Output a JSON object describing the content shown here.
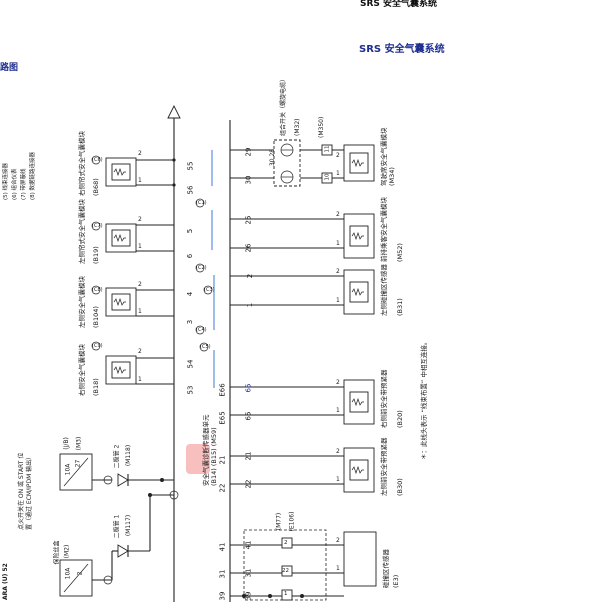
{
  "header": {
    "top_fragment": "SRS 安全气囊系统",
    "title": "SRS 安全气囊系统",
    "left_fragment": "路图"
  },
  "control_unit": {
    "label": "安全气囊诊断传感器单元",
    "connectors": "(B14) (B15) (M59)"
  },
  "bus_pins": [
    {
      "pin": "55"
    },
    {
      "pin": "56"
    },
    {
      "pin": "5"
    },
    {
      "pin": "6"
    },
    {
      "pin": "4"
    },
    {
      "pin": "3"
    },
    {
      "pin": "54"
    },
    {
      "pin": "53"
    },
    {
      "pin": "E66"
    },
    {
      "pin": "E65"
    },
    {
      "pin": "21"
    },
    {
      "pin": "22"
    },
    {
      "pin": "41"
    },
    {
      "pin": "31"
    },
    {
      "pin": "39"
    }
  ],
  "left_modules": [
    {
      "name": "右侧帘式安全气囊模块",
      "code": "(B68)",
      "p1": "2",
      "p2": "1"
    },
    {
      "name": "左侧帘式安全气囊模块",
      "code": "(B19)",
      "p1": "2",
      "p2": "1"
    },
    {
      "name": "左侧安全气囊模块",
      "code": "(B104)",
      "p1": "2",
      "p2": "1"
    },
    {
      "name": "右侧安全气囊模块",
      "code": "(B18)",
      "p1": "2",
      "p2": "1"
    }
  ],
  "right_modules": [
    {
      "name": "驾驶席安全气囊模块",
      "code": "(M34)",
      "p1": "2",
      "p2": "1"
    },
    {
      "name": "前排乘客安全气囊模块",
      "code": "(M52)",
      "p1": "2",
      "p2": "1"
    },
    {
      "name": "左侧碰撞区传感器",
      "code": "(B31)",
      "p1": "2",
      "p2": "1"
    },
    {
      "name": "右侧前安全带预紧器",
      "code": "(B20)",
      "p1": "2",
      "p2": "1"
    },
    {
      "name": "左侧前安全带预紧器",
      "code": "(B30)",
      "p1": "2",
      "p2": "1"
    },
    {
      "name": "碰撞区传感器",
      "code": "(E3)",
      "p1": "2",
      "p2": "1"
    }
  ],
  "right_pins": [
    {
      "pin": "29"
    },
    {
      "pin": "30"
    },
    {
      "pin": "25"
    },
    {
      "pin": "26"
    },
    {
      "pin": "2"
    },
    {
      "pin": "1"
    },
    {
      "pin": "65"
    },
    {
      "pin": "65"
    },
    {
      "pin": "21"
    },
    {
      "pin": "22"
    },
    {
      "pin": "41"
    },
    {
      "pin": "31"
    },
    {
      "pin": "39"
    }
  ],
  "spiral_cable": {
    "name": "组合开关（螺旋电缆）",
    "code": "(M32)",
    "pins": "30 28",
    "conn": "(M350)",
    "p11": "11",
    "p10": "10"
  },
  "connector_labels": [
    "(C1)",
    "(C2)",
    "(C3)",
    "(C4)",
    "(C5)",
    "(C6)",
    "(C7)",
    "(C8)",
    "(C9)"
  ],
  "fuse_block": {
    "ign_label": "点火开关在 ON 或 START 位置（通过 ECM/IPDM 输出）",
    "fuse1": "10A",
    "fuse1_no": "27",
    "fuse_box": "(J/B)",
    "fuse_conn": "(M3)",
    "fuse2": "10A",
    "fuse2_no": "2",
    "fuse_box2": "保险丝盒",
    "fuse_conn2": "(M2)",
    "diode2": "二极管 2",
    "diode2_conn": "(M118)",
    "diode1": "二极管 1",
    "diode1_conn": "(M117)"
  },
  "ground_box": {
    "conn_a": "(M77)",
    "conn_b": "(E106)",
    "p2": "2",
    "p22": "22",
    "p1": "1"
  },
  "legend": [
    "(5) 线束连接器",
    "(6) 组合仪表",
    "(7) 带屏蔽线",
    "(8) 数据链路连接器"
  ],
  "side_text": "ARA (U) 52",
  "footnote": "＊：此线头表示 “线束布置” 中相互连接。"
}
